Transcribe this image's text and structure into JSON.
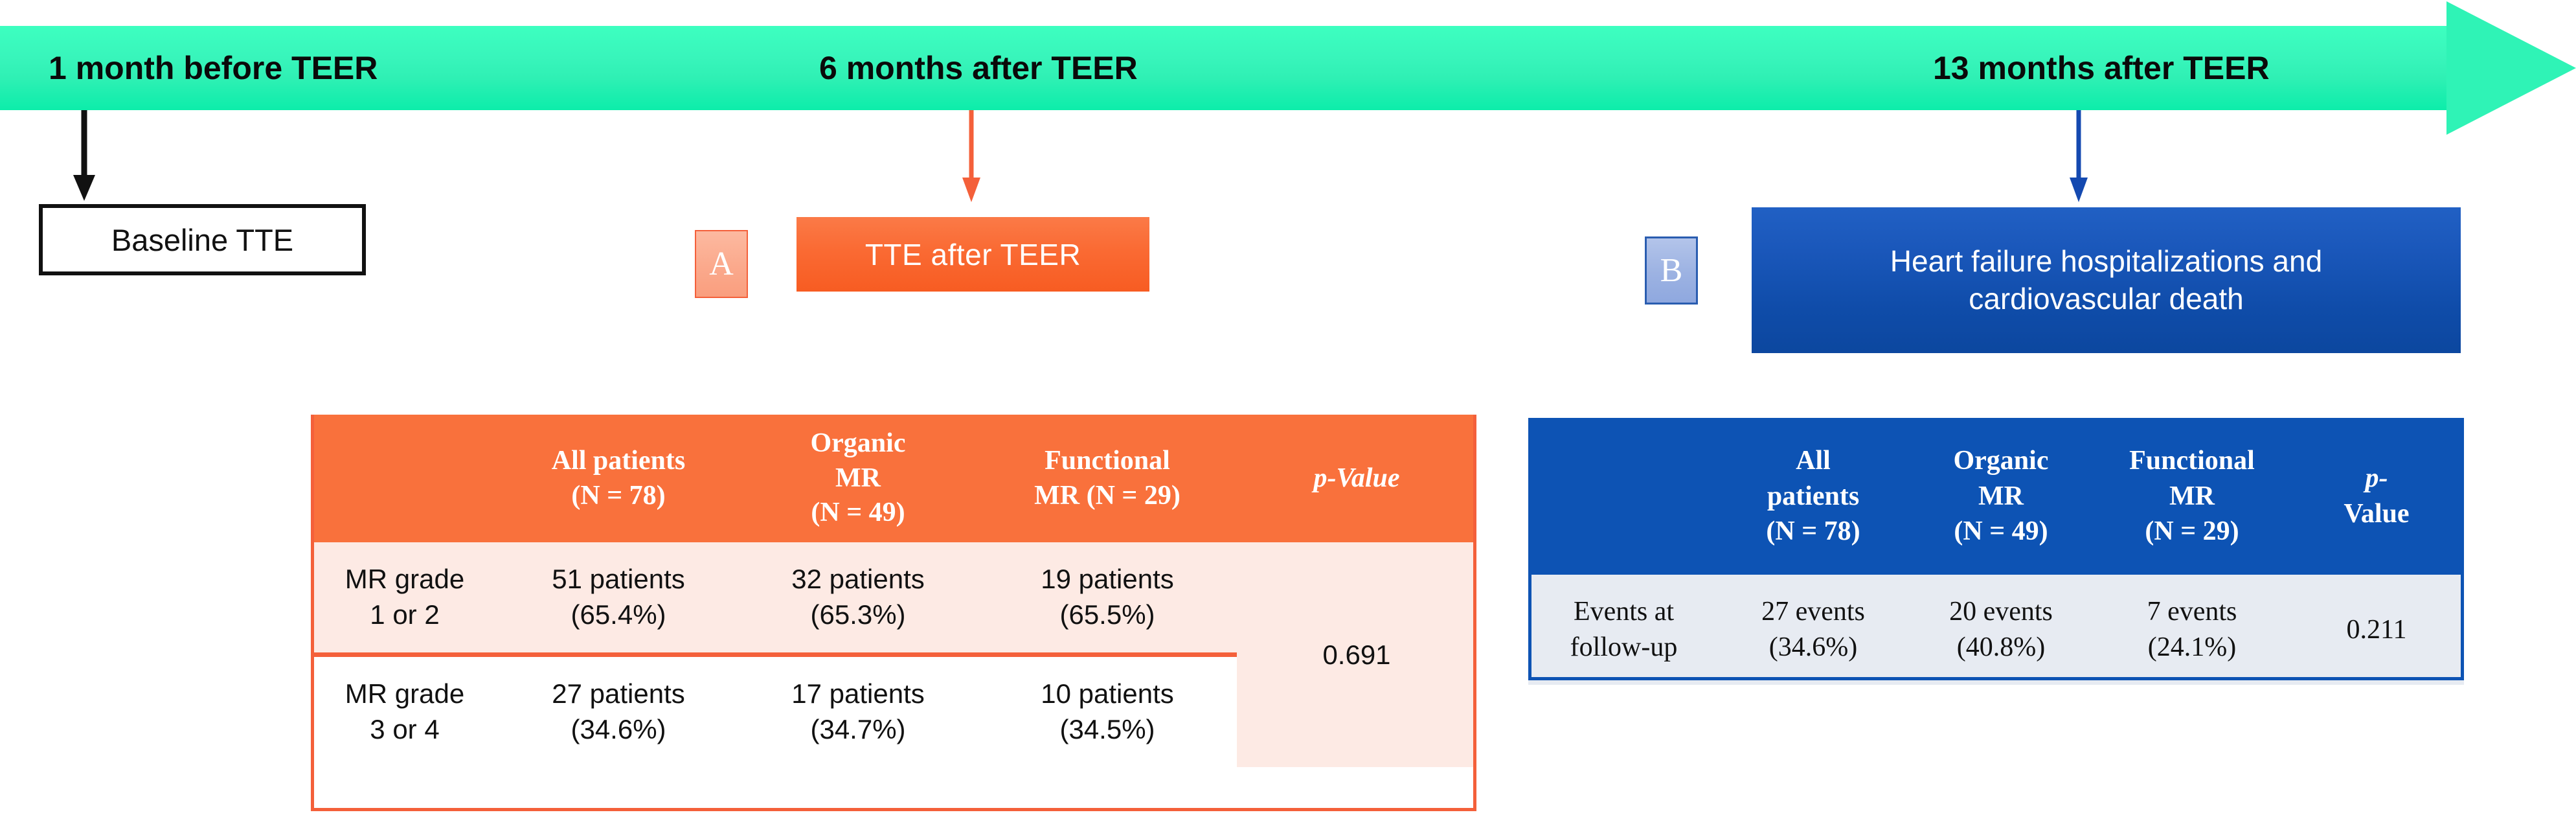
{
  "timeline": {
    "labels": [
      {
        "text": "1 month before TEER"
      },
      {
        "text": "6 months after TEER"
      },
      {
        "text": "13 months after TEER"
      }
    ],
    "arrow_color": "#2ff3b6"
  },
  "stages": {
    "baseline": {
      "label": "Baseline TTE",
      "border_color": "#111111"
    },
    "tte_after": {
      "label": "TTE after TEER",
      "badge": "A",
      "color": "#f75c22"
    },
    "events": {
      "line1": "Heart failure hospitalizations and",
      "line2": "cardiovascular death",
      "badge": "B",
      "color": "#0c479f"
    }
  },
  "table_a": {
    "accent_color": "#f4603a",
    "headers": [
      {
        "line1": "",
        "line2": "",
        "line3": ""
      },
      {
        "line1": "All patients",
        "line2": "(N = 78)",
        "line3": ""
      },
      {
        "line1": "Organic",
        "line2": "MR",
        "line3": "(N = 49)"
      },
      {
        "line1": "Functional",
        "line2": "MR (N = 29)",
        "line3": ""
      },
      {
        "line1": "p-Value",
        "line2": "",
        "line3": ""
      }
    ],
    "rows": [
      {
        "label_line1": "MR grade",
        "label_line2": "1 or 2",
        "all_line1": "51 patients",
        "all_line2": "(65.4%)",
        "organic_line1": "32 patients",
        "organic_line2": "(65.3%)",
        "functional_line1": "19 patients",
        "functional_line2": "(65.5%)"
      },
      {
        "label_line1": "MR grade",
        "label_line2": "3 or 4",
        "all_line1": "27 patients",
        "all_line2": "(34.6%)",
        "organic_line1": "17 patients",
        "organic_line2": "(34.7%)",
        "functional_line1": "10 patients",
        "functional_line2": "(34.5%)"
      }
    ],
    "p_value": "0.691"
  },
  "table_b": {
    "accent_color": "#0d53b4",
    "headers": [
      {
        "line1": "",
        "line2": "",
        "line3": ""
      },
      {
        "line1": "All",
        "line2": "patients",
        "line3": "(N = 78)"
      },
      {
        "line1": "Organic",
        "line2": "MR",
        "line3": "(N = 49)"
      },
      {
        "line1": "Functional",
        "line2": "MR",
        "line3": "(N = 29)"
      },
      {
        "line1": "p-",
        "line2": "Value",
        "line3": ""
      }
    ],
    "rows": [
      {
        "label_line1": "Events at",
        "label_line2": "follow-up",
        "all_line1": "27 events",
        "all_line2": "(34.6%)",
        "organic_line1": "20 events",
        "organic_line2": "(40.8%)",
        "functional_line1": "7 events",
        "functional_line2": "(24.1%)",
        "p_value": "0.211"
      }
    ]
  }
}
